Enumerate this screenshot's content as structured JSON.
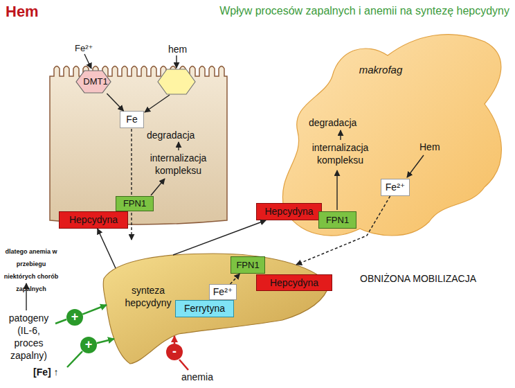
{
  "diagram": {
    "title": "Wpływ procesów zapalnych i anemii na syntezę hepcydyny",
    "nodes": [
      {
        "text": [
          "DMT1"
        ]
      },
      {
        "text": [
          "Fe"
        ]
      },
      {
        "text": [
          "FPN1"
        ]
      },
      {
        "text": [
          "Hepcydyna"
        ]
      },
      {
        "text": [
          "makrofag"
        ]
      },
      {
        "text": [
          "Fe²⁺"
        ],
        "in": 4
      },
      {
        "text": [
          "Hepcydyna"
        ]
      },
      {
        "text": [
          "FPN1"
        ]
      },
      {
        "text": [
          "synteza hepcydyny"
        ]
      },
      {
        "text": [
          "FPN1"
        ]
      },
      {
        "text": [
          "Hepcydyna"
        ]
      },
      {
        "text": [
          "Fe²⁺"
        ],
        "in": 8
      },
      {
        "text": [
          "Ferrytyna"
        ],
        "in": 8
      },
      {
        "text": [
          "+"
        ]
      },
      {
        "text": [
          "+"
        ]
      },
      {
        "text": [
          "-"
        ]
      }
    ],
    "edges": [
      {
        "from": 0,
        "to": 1,
        "arrow": "to"
      },
      {
        "from": 5,
        "to": 8,
        "arrow": "to"
      },
      {
        "from": 11,
        "to": 9,
        "arrow": "to"
      },
      {
        "from": 8,
        "to": 3,
        "arrow": "to"
      },
      {
        "from": 8,
        "to": 6,
        "arrow": "to"
      },
      {
        "from": 13,
        "to": 8,
        "arrow": "to"
      },
      {
        "from": 14,
        "to": 8,
        "arrow": "to"
      },
      {
        "from": 15,
        "to": 8,
        "arrow": "to"
      }
    ],
    "labels": [
      "Hem",
      "Fe²⁺",
      "hem",
      "degradacja",
      "internalizacja kompleksu",
      "degradacja",
      "internalizacja kompleksu",
      "Hem",
      "OBNIŻONA MOBILIZACJA",
      "dlatego anemia w przebiegu niektórych chorób zapalnych",
      "patogeny (IL-6, proces zapalny)",
      "[Fe] ↑",
      "anemia"
    ]
  }
}
